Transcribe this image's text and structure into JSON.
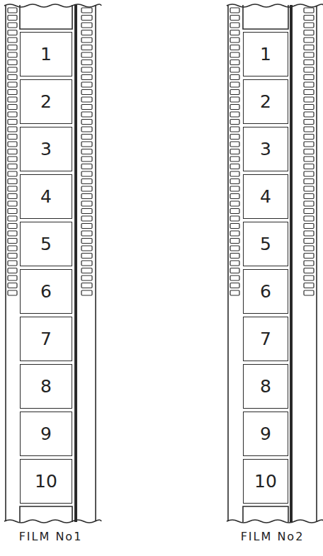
{
  "diagram": {
    "nodes": [
      {
        "text": [
          "FILM No1"
        ]
      },
      {
        "text": [
          "1"
        ],
        "in": 0
      },
      {
        "text": [
          "2"
        ],
        "in": 0
      },
      {
        "text": [
          "3"
        ],
        "in": 0
      },
      {
        "text": [
          "4"
        ],
        "in": 0
      },
      {
        "text": [
          "5"
        ],
        "in": 0
      },
      {
        "text": [
          "6"
        ],
        "in": 0
      },
      {
        "text": [
          "7"
        ],
        "in": 0
      },
      {
        "text": [
          "8"
        ],
        "in": 0
      },
      {
        "text": [
          "9"
        ],
        "in": 0
      },
      {
        "text": [
          "10"
        ],
        "in": 0
      },
      {
        "text": [
          "FILM No2"
        ]
      },
      {
        "text": [
          "1"
        ],
        "in": 11
      },
      {
        "text": [
          "2"
        ],
        "in": 11
      },
      {
        "text": [
          "3"
        ],
        "in": 11
      },
      {
        "text": [
          "4"
        ],
        "in": 11
      },
      {
        "text": [
          "5"
        ],
        "in": 11
      },
      {
        "text": [
          "6"
        ],
        "in": 11
      },
      {
        "text": [
          "7"
        ],
        "in": 11
      },
      {
        "text": [
          "8"
        ],
        "in": 11
      },
      {
        "text": [
          "9"
        ],
        "in": 11
      },
      {
        "text": [
          "10"
        ],
        "in": 11
      }
    ]
  }
}
